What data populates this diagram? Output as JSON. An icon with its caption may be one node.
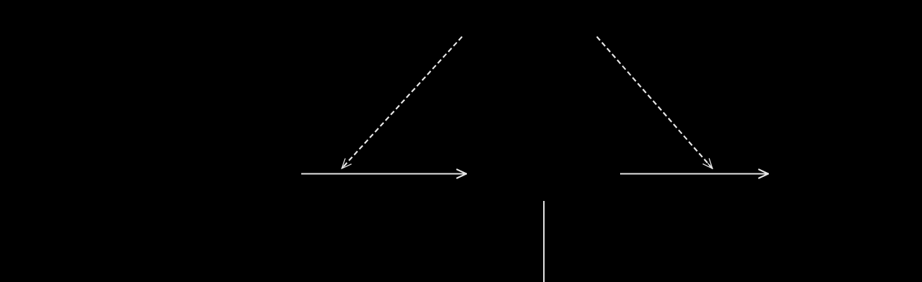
{
  "diagram": {
    "nodes": [
      {
        "text": [],
        "shape": "arrow"
      },
      {
        "text": [],
        "shape": "arrow"
      }
    ],
    "edges": [
      {
        "from": null,
        "to": 0,
        "arrow": "to",
        "style": "dashed"
      },
      {
        "from": null,
        "to": 1,
        "arrow": "to",
        "style": "dashed"
      }
    ]
  }
}
